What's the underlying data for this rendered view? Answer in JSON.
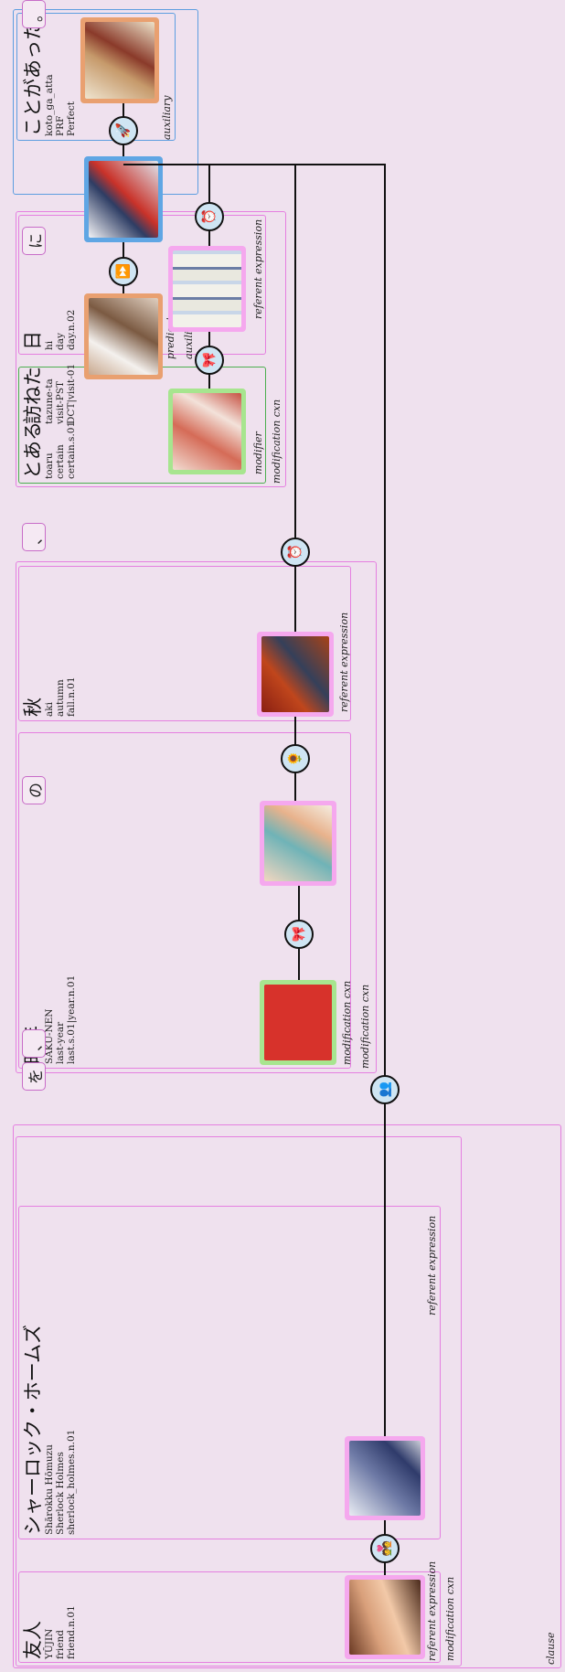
{
  "words": {
    "yujin": {
      "word": "友人",
      "g1": "YŪJIN",
      "g2": "friend",
      "g3": "friend.n.01"
    },
    "sherlock": {
      "word": "シャーロック・ホームズ",
      "g1": "Shārokku Hōmuzu",
      "g2": "Sherlock Holmes",
      "g3": "sherlock_holmes.n.01"
    },
    "sakunen": {
      "word": "昨年",
      "g1": "SAKU-NEN",
      "g2": "last-year",
      "g3": "last.s.01|year.n.01"
    },
    "aki": {
      "word": "秋",
      "g1": "aki",
      "g2": "autumn",
      "g3": "fall.n.01"
    },
    "toaru": {
      "word": "とある",
      "g1": "toaru",
      "g2": "certain",
      "g3": "certain.s.01"
    },
    "hi": {
      "word": "日",
      "g1": "hi",
      "g2": "day",
      "g3": "day.n.02"
    },
    "tazuneta": {
      "word": "訪ねた",
      "g1": "tazune-ta",
      "g2": "visit-PST",
      "g3": "DCT|visit-01"
    },
    "kotogaatta": {
      "word": "ことがあった",
      "g1": "koto_ga_atta",
      "g2": "PRF",
      "g3": "Perfect"
    }
  },
  "particles": {
    "wo": "を",
    "comma1": "、",
    "no": "の",
    "comma2": "、",
    "ni": "に",
    "period": "。"
  },
  "labels": {
    "ref_expr": "referent expression",
    "modification_cxn": "modification cxn",
    "modifier": "modifier",
    "predicate": "predicate",
    "auxiliary": "auxiliary",
    "auxiliary_cxn": "auxiliary cxn",
    "clause": "clause"
  },
  "node_icons": [
    "couple-icon",
    "people-icon",
    "bow-icon",
    "sunflower-icon",
    "alarm-clock-icon",
    "bow-icon",
    "alarm-clock-icon",
    "fast-forward-icon",
    "rocket-icon"
  ],
  "colors": {
    "background": "#efe1ee",
    "pink": "#e57fe0",
    "blue": "#5d9ee0",
    "green": "#4caf50",
    "orange": "#e9a070",
    "sky": "#5fa6e4",
    "node_fill": "#cfe5f3"
  }
}
